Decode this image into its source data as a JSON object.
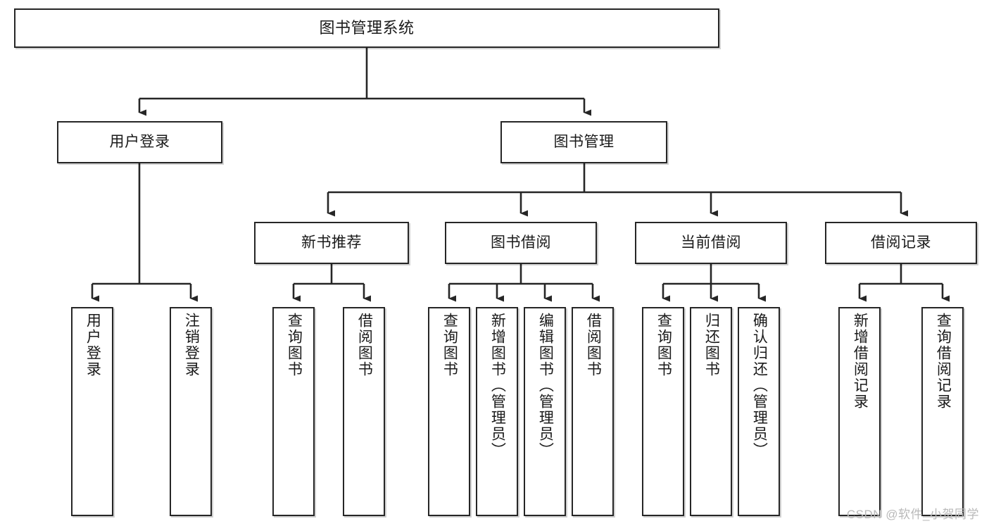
{
  "diagram": {
    "type": "tree",
    "title": "图书管理系统",
    "watermark": "CSDN @软件_小贺同学",
    "colors": {
      "box_stroke": "#262626",
      "box_fill": "#ffffff",
      "edge": "#262626",
      "text": "#1a1a1a",
      "watermark": "#b9b9b9"
    },
    "levels": {
      "root": {
        "label": "图书管理系统"
      },
      "level2": [
        {
          "label": "用户登录"
        },
        {
          "label": "图书管理"
        }
      ],
      "level3": [
        {
          "label": "新书推荐"
        },
        {
          "label": "图书借阅"
        },
        {
          "label": "当前借阅"
        },
        {
          "label": "借阅记录"
        }
      ],
      "leaves": {
        "user_login": [
          {
            "label": "用户登录"
          },
          {
            "label": "注销登录"
          }
        ],
        "new_book_recommend": [
          {
            "label": "查询图书"
          },
          {
            "label": "借阅图书"
          }
        ],
        "book_borrow": [
          {
            "label": "查询图书"
          },
          {
            "label": "新增图书（管理员）"
          },
          {
            "label": "编辑图书（管理员）"
          },
          {
            "label": "借阅图书"
          }
        ],
        "current_borrow": [
          {
            "label": "查询图书"
          },
          {
            "label": "归还图书"
          },
          {
            "label": "确认归还（管理员）"
          }
        ],
        "borrow_record": [
          {
            "label": "新增借阅记录"
          },
          {
            "label": "查询借阅记录"
          }
        ]
      }
    }
  }
}
